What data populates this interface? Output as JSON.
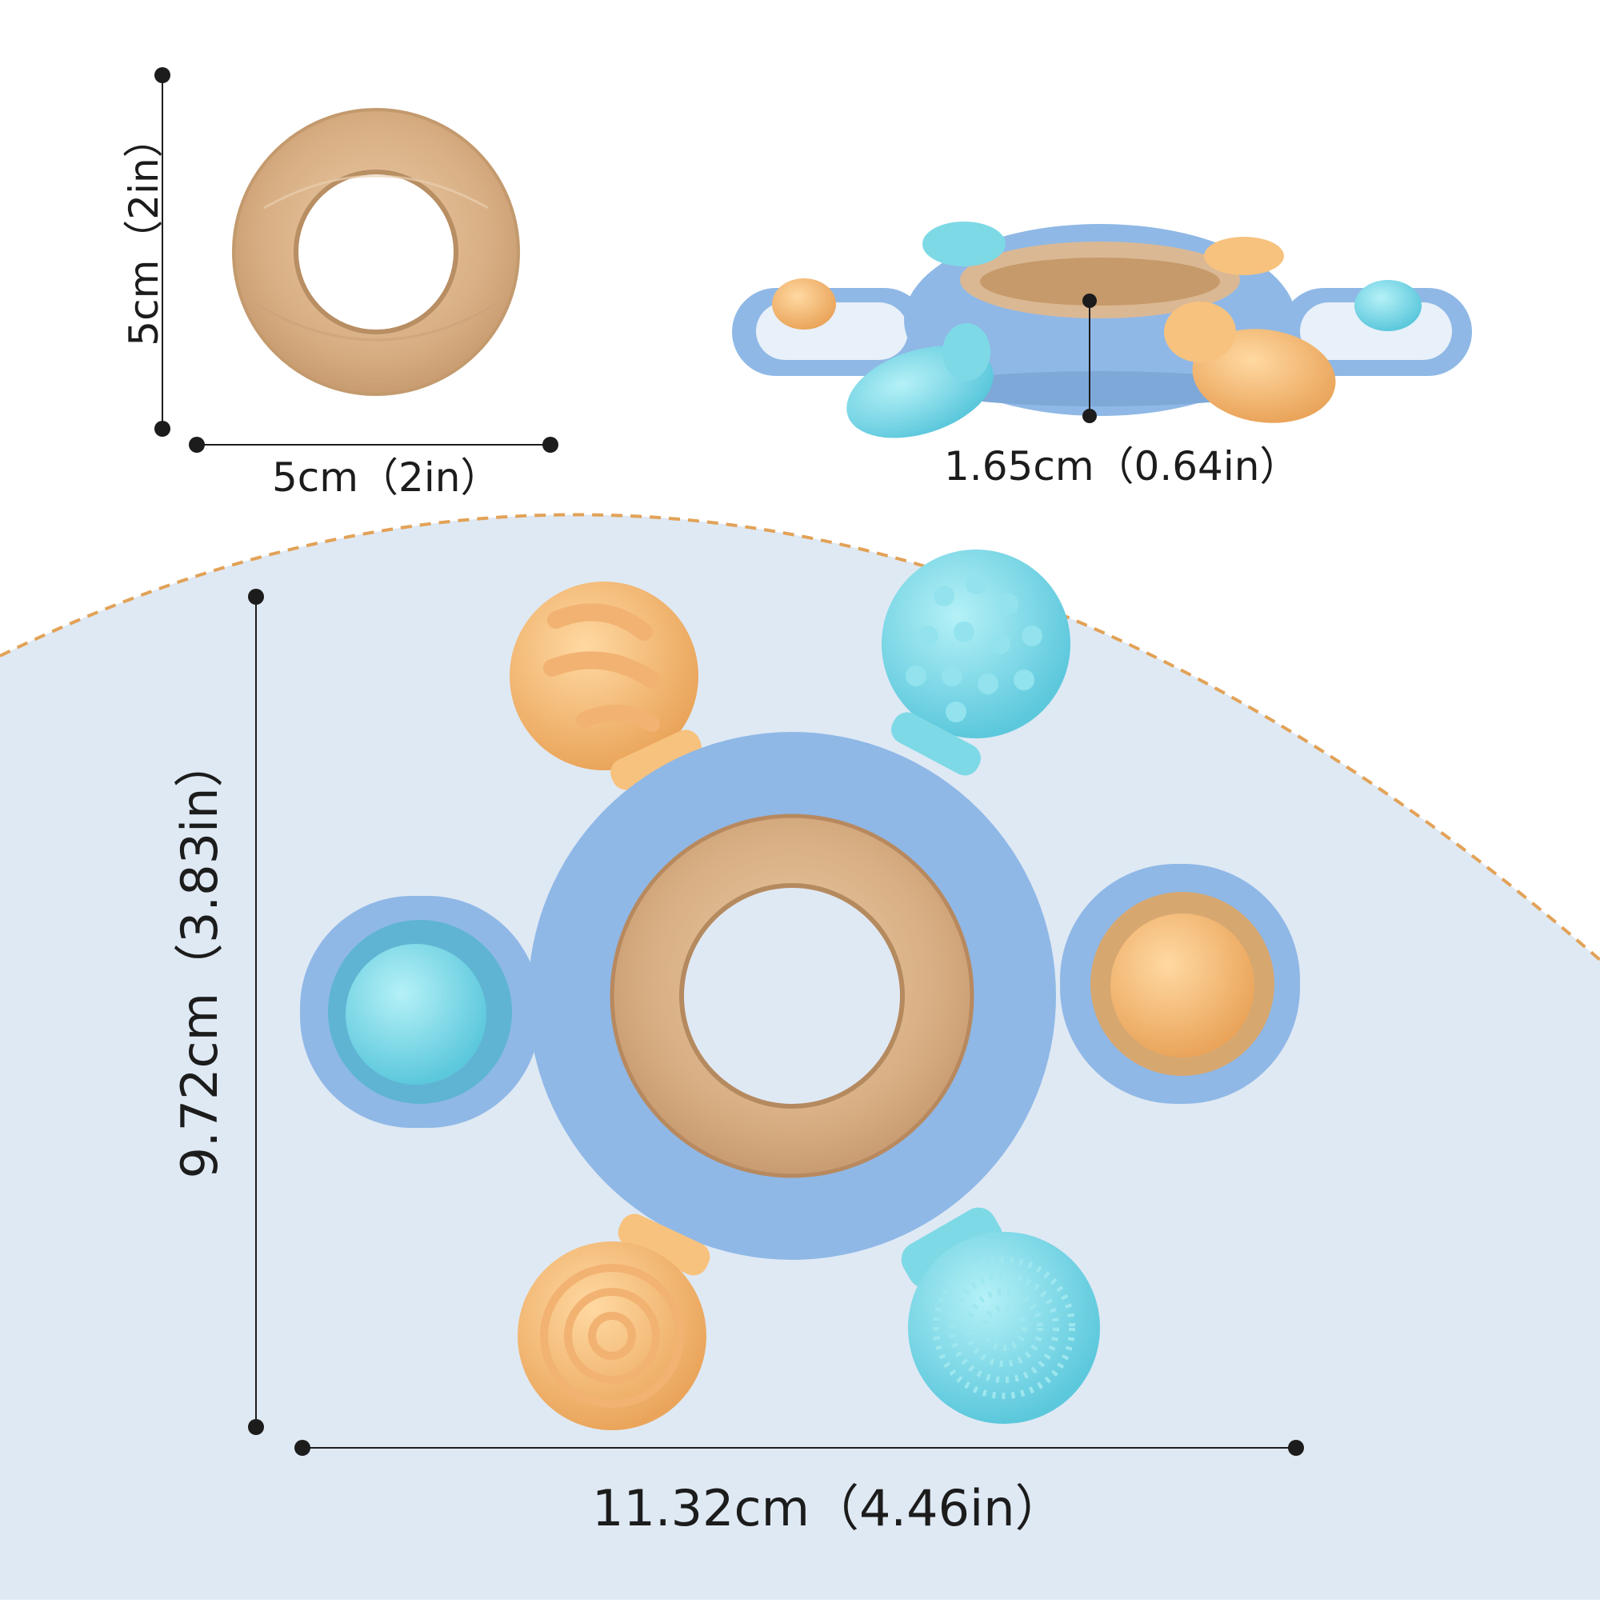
{
  "colors": {
    "background": "#ffffff",
    "bottom_panel": "#dfe9f4",
    "dashed_arc": "#e2a257",
    "silicone_blue": "#8fb8e6",
    "wood": "#dcb48e",
    "orange_teether": "#f7c27e",
    "aqua_teether": "#7ed9e6",
    "dimension_line": "#1c1c1c"
  },
  "dimensions": {
    "ring_width": "5cm（2in）",
    "ring_height": "5cm（2in）",
    "thickness": "1.65cm（0.64in）",
    "overall_width": "11.32cm（4.46in）",
    "overall_height": "9.72cm（3.83in）"
  }
}
